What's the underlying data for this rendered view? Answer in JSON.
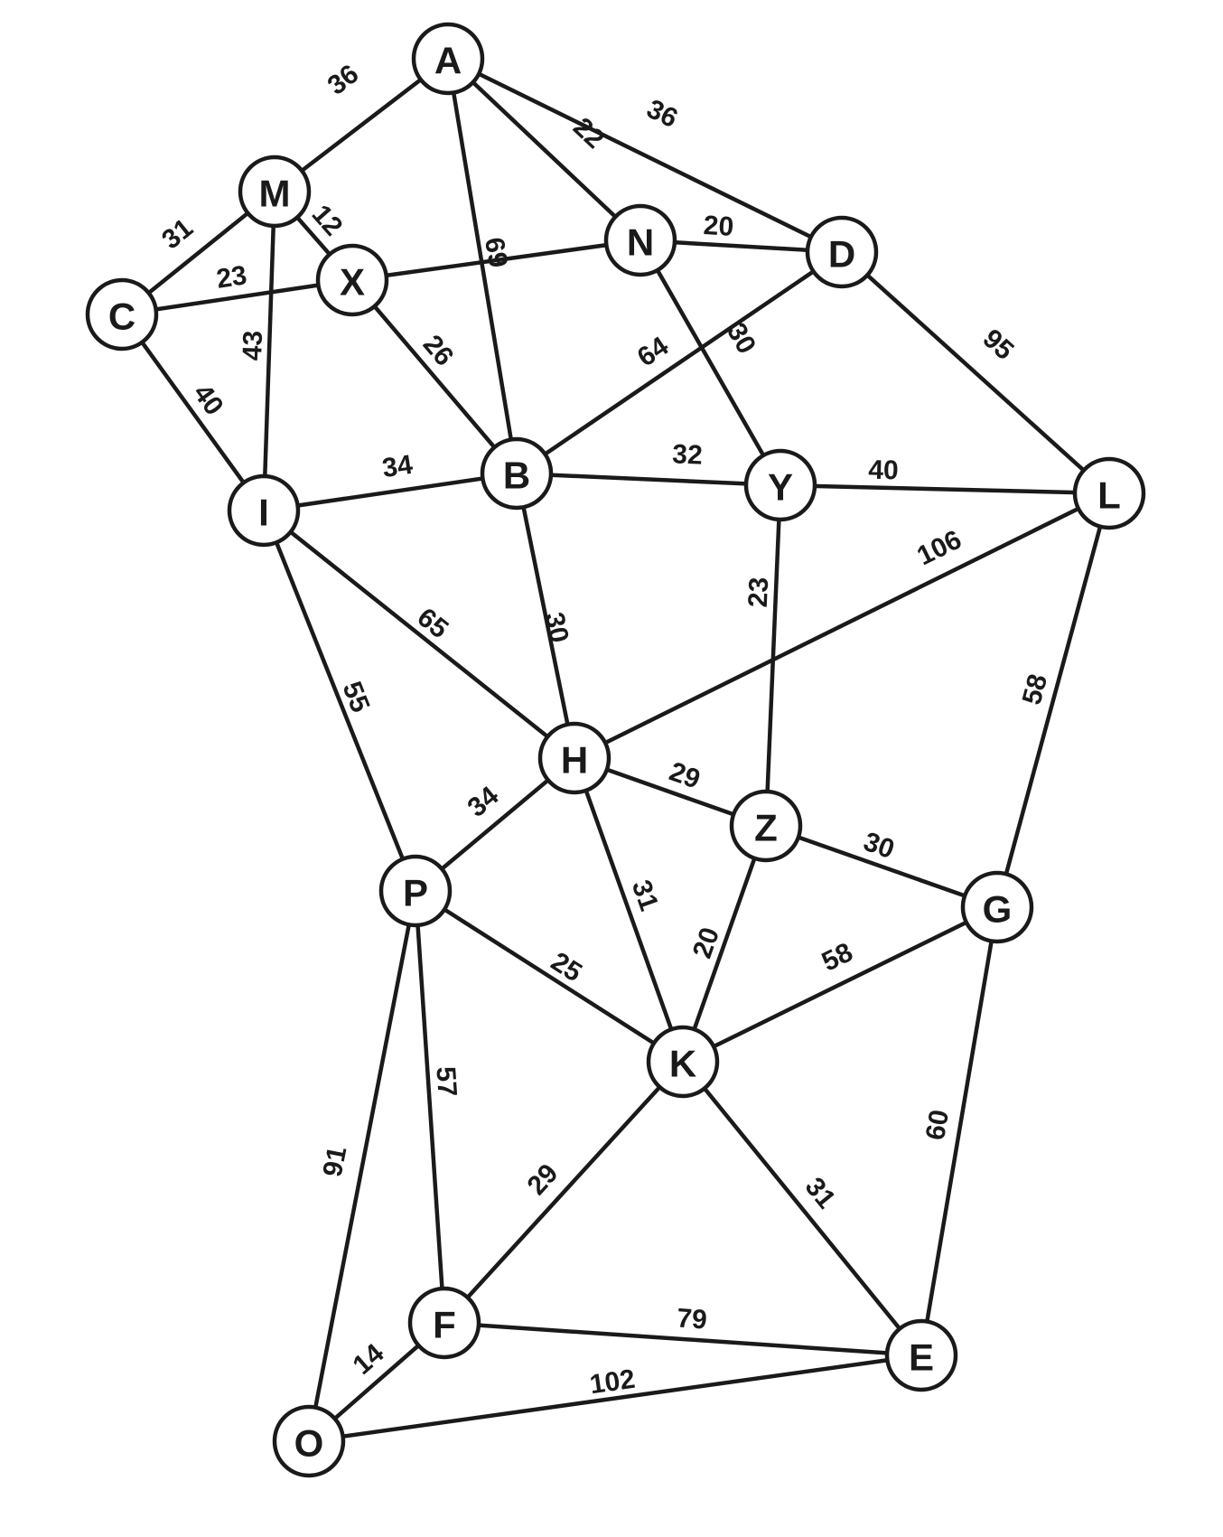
{
  "nodes": [
    {
      "id": "A",
      "label": "A"
    },
    {
      "id": "M",
      "label": "M"
    },
    {
      "id": "X",
      "label": "X"
    },
    {
      "id": "C",
      "label": "C"
    },
    {
      "id": "N",
      "label": "N"
    },
    {
      "id": "D",
      "label": "D"
    },
    {
      "id": "B",
      "label": "B"
    },
    {
      "id": "I",
      "label": "I"
    },
    {
      "id": "Y",
      "label": "Y"
    },
    {
      "id": "L",
      "label": "L"
    },
    {
      "id": "H",
      "label": "H"
    },
    {
      "id": "Z",
      "label": "Z"
    },
    {
      "id": "P",
      "label": "P"
    },
    {
      "id": "G",
      "label": "G"
    },
    {
      "id": "K",
      "label": "K"
    },
    {
      "id": "F",
      "label": "F"
    },
    {
      "id": "E",
      "label": "E"
    },
    {
      "id": "O",
      "label": "O"
    }
  ],
  "edges": [
    {
      "from": "A",
      "to": "M",
      "weight": "36"
    },
    {
      "from": "A",
      "to": "B",
      "weight": "69"
    },
    {
      "from": "A",
      "to": "N",
      "weight": "22"
    },
    {
      "from": "A",
      "to": "D",
      "weight": "36"
    },
    {
      "from": "M",
      "to": "C",
      "weight": "31"
    },
    {
      "from": "M",
      "to": "X",
      "weight": "12"
    },
    {
      "from": "M",
      "to": "I",
      "weight": "43"
    },
    {
      "from": "C",
      "to": "X",
      "weight": "23"
    },
    {
      "from": "C",
      "to": "I",
      "weight": "40"
    },
    {
      "from": "X",
      "to": "N",
      "weight": ""
    },
    {
      "from": "X",
      "to": "B",
      "weight": "26"
    },
    {
      "from": "N",
      "to": "D",
      "weight": "20"
    },
    {
      "from": "N",
      "to": "Y",
      "weight": "30"
    },
    {
      "from": "D",
      "to": "B",
      "weight": "64"
    },
    {
      "from": "D",
      "to": "L",
      "weight": "95"
    },
    {
      "from": "I",
      "to": "B",
      "weight": "34"
    },
    {
      "from": "B",
      "to": "Y",
      "weight": "32"
    },
    {
      "from": "Y",
      "to": "L",
      "weight": "40"
    },
    {
      "from": "L",
      "to": "H",
      "weight": "106"
    },
    {
      "from": "I",
      "to": "H",
      "weight": "65"
    },
    {
      "from": "B",
      "to": "H",
      "weight": "30"
    },
    {
      "from": "Y",
      "to": "Z",
      "weight": "23"
    },
    {
      "from": "L",
      "to": "G",
      "weight": "58"
    },
    {
      "from": "I",
      "to": "P",
      "weight": "55"
    },
    {
      "from": "H",
      "to": "Z",
      "weight": "29"
    },
    {
      "from": "H",
      "to": "P",
      "weight": "34"
    },
    {
      "from": "H",
      "to": "K",
      "weight": "31"
    },
    {
      "from": "Z",
      "to": "G",
      "weight": "30"
    },
    {
      "from": "Z",
      "to": "K",
      "weight": "20"
    },
    {
      "from": "P",
      "to": "K",
      "weight": "25"
    },
    {
      "from": "K",
      "to": "G",
      "weight": "58"
    },
    {
      "from": "P",
      "to": "F",
      "weight": "57"
    },
    {
      "from": "P",
      "to": "O",
      "weight": "91"
    },
    {
      "from": "K",
      "to": "F",
      "weight": "29"
    },
    {
      "from": "K",
      "to": "E",
      "weight": "31"
    },
    {
      "from": "G",
      "to": "E",
      "weight": "60"
    },
    {
      "from": "F",
      "to": "E",
      "weight": "79"
    },
    {
      "from": "F",
      "to": "O",
      "weight": "14"
    },
    {
      "from": "O",
      "to": "E",
      "weight": "102"
    }
  ]
}
